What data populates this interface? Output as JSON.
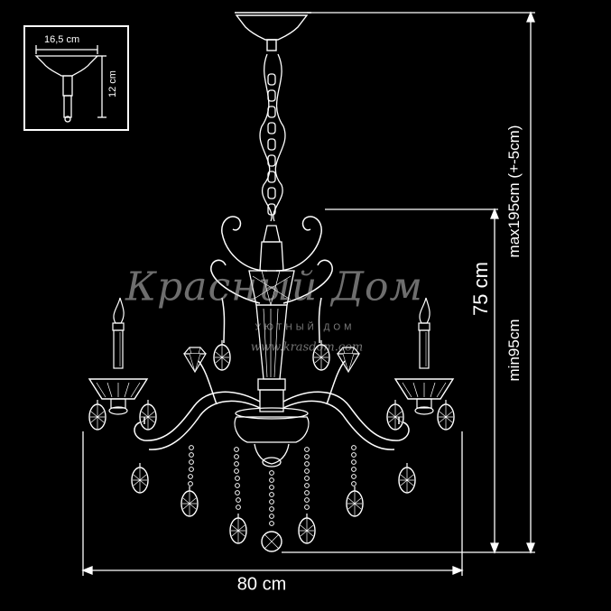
{
  "inset": {
    "width_label": "16,5 cm",
    "height_label": "12 cm"
  },
  "dimensions": {
    "width_label": "80 cm",
    "body_height_label": "75 cm",
    "min_length_label": "min95cm",
    "max_length_label": "max195cm (+-5cm)"
  },
  "watermark": {
    "name": "Красный Дом",
    "sub": "УЮТНЫЙ ДОМ",
    "url": "www.krasdom.com"
  },
  "colors": {
    "background": "#000000",
    "line": "#ffffff",
    "watermark": "#c8c8c8"
  }
}
